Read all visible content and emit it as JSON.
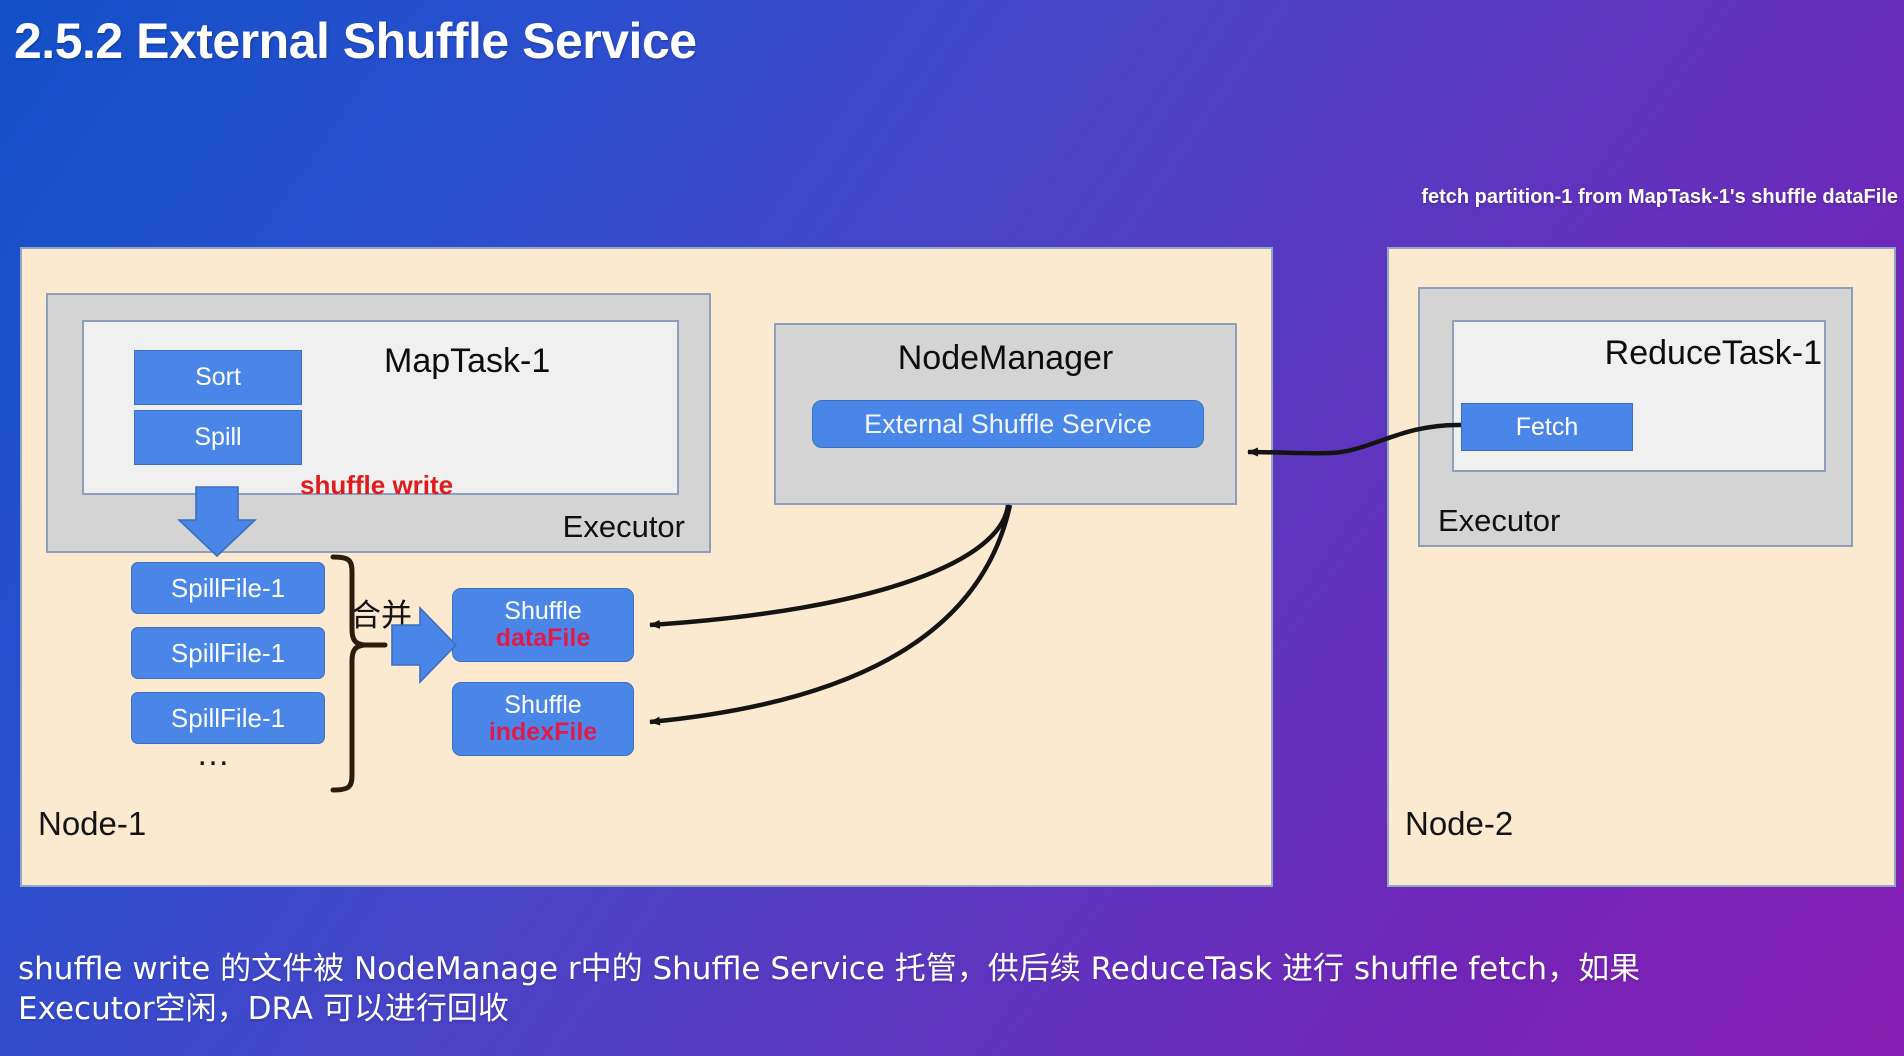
{
  "slide": {
    "title": "2.5.2 External Shuffle Service",
    "fetch_note": "fetch partition-1 from MapTask-1's shuffle dataFile",
    "caption_line1": "shuffle write 的文件被 NodeManage r中的 Shuffle Service 托管，供后续 ReduceTask 进行 shuffle fetch，如果",
    "caption_line2": "Executor空闲，DRA 可以进行回收",
    "colors": {
      "bg_start": "#1250c8",
      "bg_mid": "#4a43c6",
      "bg_end": "#8a1fb4",
      "panel": "#fbe9d0",
      "executor": "#d4d4d4",
      "task": "#f0f0f0",
      "chip_blue": "#4a86e8",
      "accent_red": "#e01b1b",
      "file_red": "#e01b4a",
      "arrow": "#141414"
    }
  },
  "node1": {
    "label": "Node-1",
    "executor_label": "Executor",
    "maptask": {
      "title": "MapTask-1",
      "chips": [
        {
          "label": "Sort"
        },
        {
          "label": "Spill"
        }
      ],
      "shuffle_write_label": "shuffle write"
    },
    "spill_files": [
      {
        "label": "SpillFile-1"
      },
      {
        "label": "SpillFile-1"
      },
      {
        "label": "SpillFile-1"
      }
    ],
    "spill_ellipsis": "…",
    "merge_label": "合并",
    "shuffle_files": [
      {
        "top": "Shuffle",
        "bottom": "dataFile"
      },
      {
        "top": "Shuffle",
        "bottom": "indexFile"
      }
    ]
  },
  "nodemanager": {
    "title": "NodeManager",
    "service_label": "External Shuffle Service"
  },
  "node2": {
    "label": "Node-2",
    "executor_label": "Executor",
    "reducetask": {
      "title": "ReduceTask-1",
      "chip": {
        "label": "Fetch"
      }
    }
  }
}
